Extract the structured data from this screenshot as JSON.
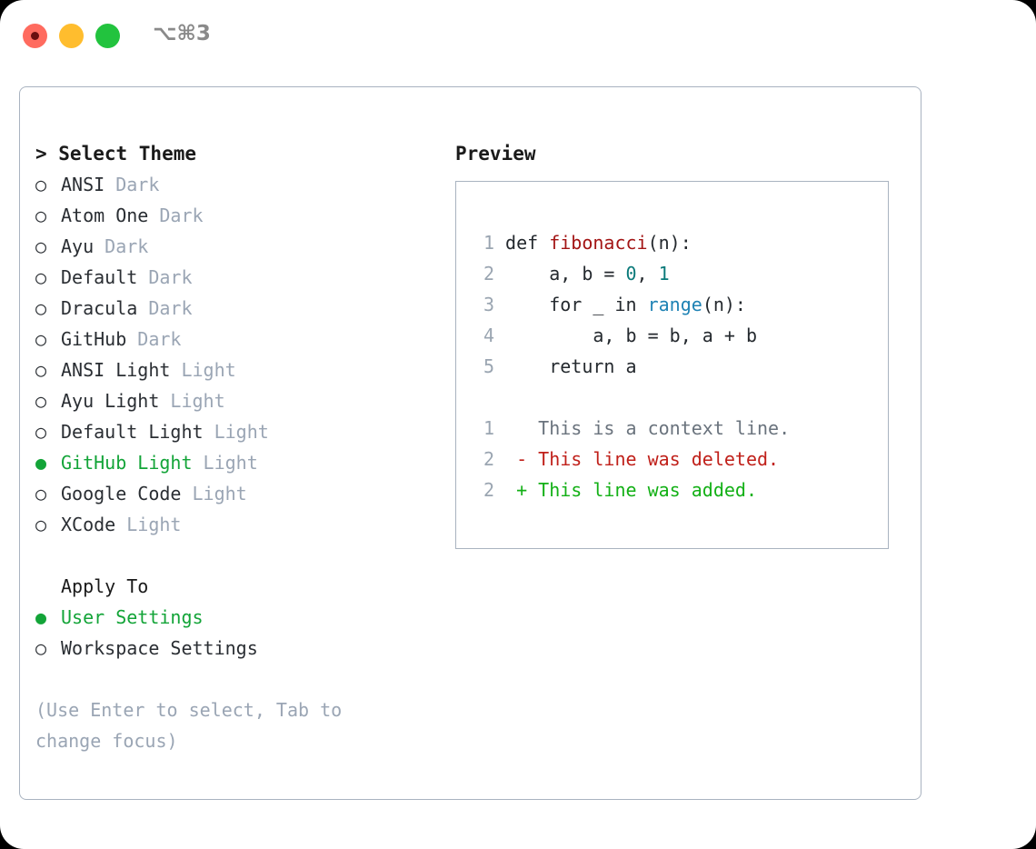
{
  "window": {
    "shortcut_label": "⌥⌘3",
    "traffic_lights": [
      {
        "name": "close",
        "color": "#ff6b5f"
      },
      {
        "name": "minimize",
        "color": "#ffbd2e"
      },
      {
        "name": "maximize",
        "color": "#22c33e"
      }
    ]
  },
  "theme_picker": {
    "header": "> Select Theme",
    "marker_selected": "●",
    "marker_unselected": "○",
    "accent_color": "#13a438",
    "tag_color": "#9aa5b4",
    "options": [
      {
        "marker": "○",
        "label": "ANSI",
        "tag": "Dark",
        "selected": false
      },
      {
        "marker": "○",
        "label": "Atom One",
        "tag": "Dark",
        "selected": false
      },
      {
        "marker": "○",
        "label": "Ayu",
        "tag": "Dark",
        "selected": false
      },
      {
        "marker": "○",
        "label": "Default",
        "tag": "Dark",
        "selected": false
      },
      {
        "marker": "○",
        "label": "Dracula",
        "tag": "Dark",
        "selected": false
      },
      {
        "marker": "○",
        "label": "GitHub",
        "tag": "Dark",
        "selected": false
      },
      {
        "marker": "○",
        "label": "ANSI Light",
        "tag": "Light",
        "selected": false
      },
      {
        "marker": "○",
        "label": "Ayu Light",
        "tag": "Light",
        "selected": false
      },
      {
        "marker": "○",
        "label": "Default Light",
        "tag": "Light",
        "selected": false
      },
      {
        "marker": "●",
        "label": "GitHub Light",
        "tag": "Light",
        "selected": true
      },
      {
        "marker": "○",
        "label": "Google Code",
        "tag": "Light",
        "selected": false
      },
      {
        "marker": "○",
        "label": "XCode",
        "tag": "Light",
        "selected": false
      }
    ]
  },
  "apply_to": {
    "header": "Apply To",
    "options": [
      {
        "marker": "●",
        "label": "User Settings",
        "selected": true
      },
      {
        "marker": "○",
        "label": "Workspace Settings",
        "selected": false
      }
    ]
  },
  "hint": "(Use Enter to select, Tab to change focus)",
  "preview": {
    "title": "Preview",
    "border_color": "#a9b3c0",
    "gutter_color": "#9aa5b1",
    "code_lines": [
      {
        "no": "1",
        "segments": [
          {
            "text": "def ",
            "cls": "code-txt"
          },
          {
            "text": "fibonacci",
            "cls": "tok-fn"
          },
          {
            "text": "(n):",
            "cls": "code-txt"
          }
        ]
      },
      {
        "no": "2",
        "segments": [
          {
            "text": "    a, b = ",
            "cls": "code-txt"
          },
          {
            "text": "0",
            "cls": "tok-num"
          },
          {
            "text": ", ",
            "cls": "code-txt"
          },
          {
            "text": "1",
            "cls": "tok-num"
          }
        ]
      },
      {
        "no": "3",
        "segments": [
          {
            "text": "    for _ in ",
            "cls": "code-txt"
          },
          {
            "text": "range",
            "cls": "tok-blt"
          },
          {
            "text": "(n):",
            "cls": "code-txt"
          }
        ]
      },
      {
        "no": "4",
        "segments": [
          {
            "text": "        a, b = b, a + b",
            "cls": "code-txt"
          }
        ]
      },
      {
        "no": "5",
        "segments": [
          {
            "text": "    return a",
            "cls": "code-txt"
          }
        ]
      }
    ],
    "diff_lines": [
      {
        "no": "1",
        "text": "  This is a context line.",
        "cls": "d-ctx",
        "kind": "context"
      },
      {
        "no": "2",
        "text": "- This line was deleted.",
        "cls": "d-del",
        "kind": "deleted"
      },
      {
        "no": "2",
        "text": "+ This line was added.",
        "cls": "d-add",
        "kind": "added"
      }
    ]
  }
}
